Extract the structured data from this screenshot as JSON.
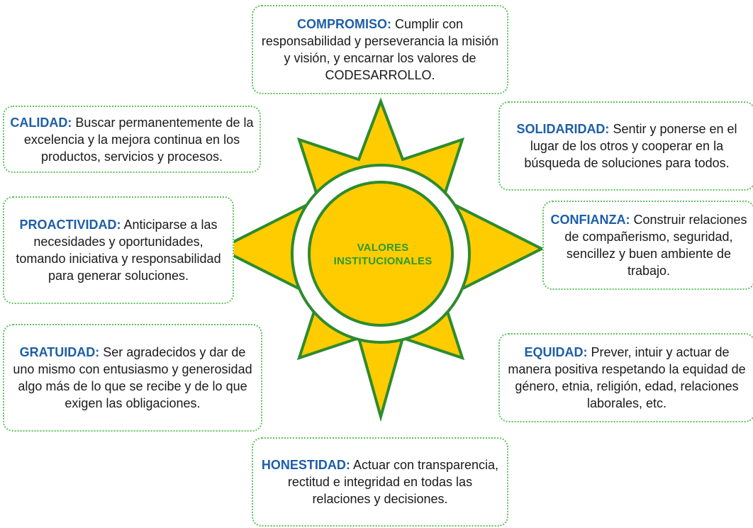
{
  "colors": {
    "sun_fill": "#FFCC00",
    "sun_stroke": "#2E8B2E",
    "box_border": "#5CC25C",
    "keyword": "#1D5EA8",
    "center_text": "#2E9A2E"
  },
  "center": {
    "line1": "VALORES",
    "line2": "INSTITUCIONALES"
  },
  "values": {
    "compromiso": {
      "keyword": "COMPROMISO:",
      "text": "Cumplir con responsabilidad y perseverancia la misión y visión, y encarnar los valores de CODESARROLLO."
    },
    "calidad": {
      "keyword": "CALIDAD:",
      "text": "Buscar permanentemente de la excelencia y la mejora continua en los productos, servicios y procesos."
    },
    "solidaridad": {
      "keyword": "SOLIDARIDAD:",
      "text": "Sentir y ponerse en el lugar de los otros y cooperar en la búsqueda de soluciones para todos."
    },
    "proactividad": {
      "keyword": "PROACTIVIDAD:",
      "text": "Anticiparse a las necesidades y oportunidades, tomando iniciativa y responsabilidad para generar soluciones."
    },
    "confianza": {
      "keyword": "CONFIANZA:",
      "text": "Construir relaciones de compañerismo, seguridad, sencillez y buen ambiente de trabajo."
    },
    "gratuidad": {
      "keyword": "GRATUIDAD:",
      "text": "Ser agradecidos y dar de uno mismo con entusiasmo y generosidad algo más de lo que se recibe y de lo que exigen las obligaciones."
    },
    "equidad": {
      "keyword": "EQUIDAD:",
      "text": "Prever, intuir y actuar de manera positiva respetando la equidad de género, etnia, religión, edad, relaciones laborales, etc."
    },
    "honestidad": {
      "keyword": "HONESTIDAD:",
      "text": "Actuar con transparencia, rectitud e integridad en todas las relaciones y decisiones."
    }
  }
}
